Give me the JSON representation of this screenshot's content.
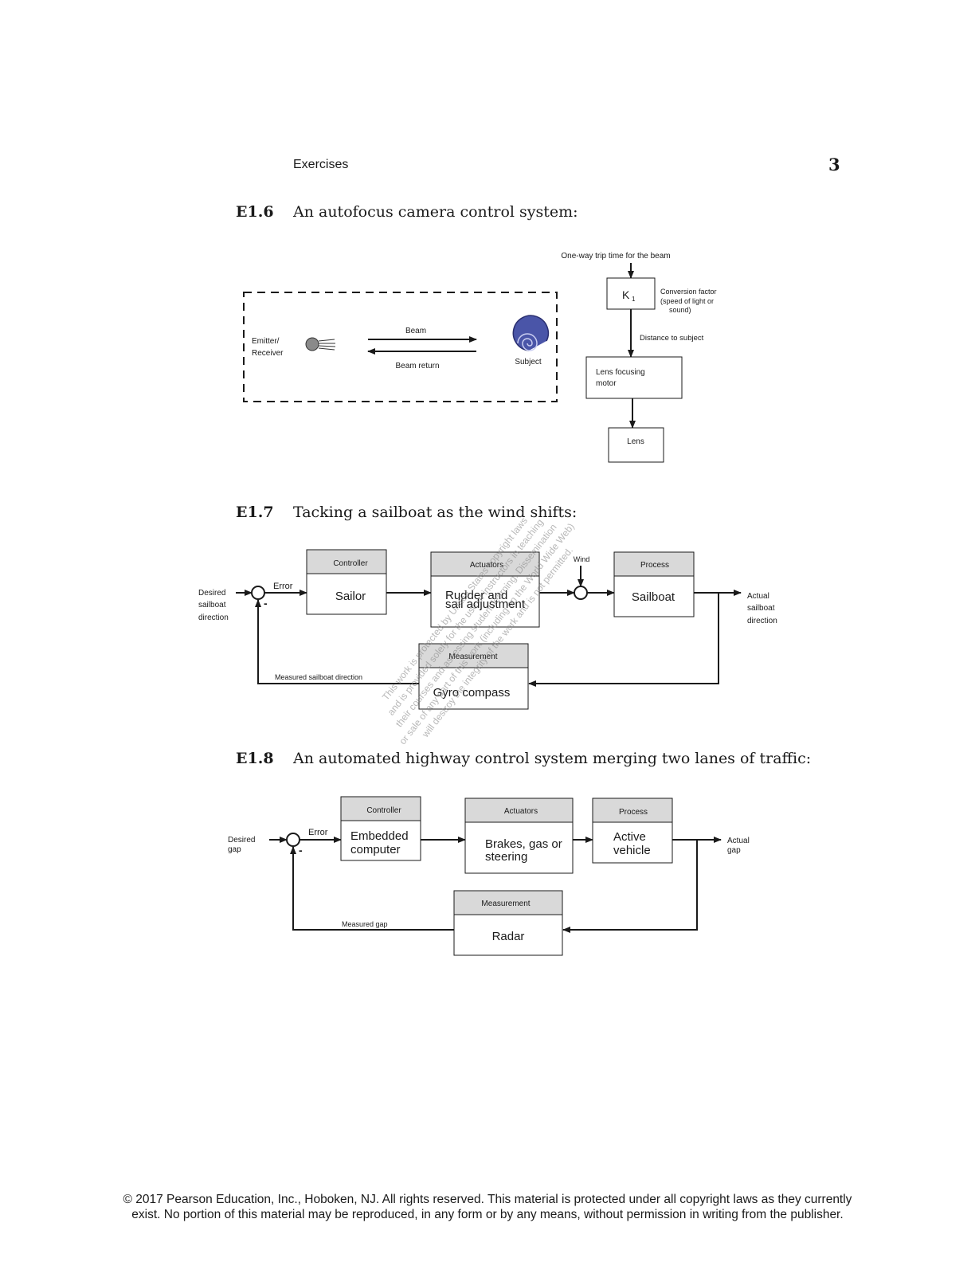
{
  "header": {
    "section": "Exercises",
    "page_number": "3"
  },
  "e16": {
    "number": "E1.6",
    "title": "An autofocus camera control system:",
    "emitter": [
      "Emitter/",
      "Receiver"
    ],
    "beam": "Beam",
    "beam_return": "Beam return",
    "subject": "Subject",
    "trip_time": "One-way trip time for the beam",
    "k1": "K",
    "k1_sub": "1",
    "conversion": [
      "Conversion factor",
      "(speed of light or",
      "sound)"
    ],
    "distance": "Distance to subject",
    "motor": [
      "Lens focusing",
      "motor"
    ],
    "lens": "Lens"
  },
  "e17": {
    "number": "E1.7",
    "title": "Tacking a sailboat as the wind shifts:",
    "desired": [
      "Desired",
      "sailboat",
      "direction"
    ],
    "error": "Error",
    "minus": "-",
    "controller_header": "Controller",
    "controller": "Sailor",
    "actuators_header": "Actuators",
    "actuators": [
      "Rudder and",
      "sail adjustment"
    ],
    "wind": "Wind",
    "process_header": "Process",
    "process": "Sailboat",
    "actual": [
      "Actual",
      "sailboat",
      "direction"
    ],
    "measurement_header": "Measurement",
    "measurement": "Gyro compass",
    "measured": "Measured sailboat direction"
  },
  "e18": {
    "number": "E1.8",
    "title": "An automated highway control system merging two lanes of traffic:",
    "desired": [
      "Desired",
      "gap"
    ],
    "error": "Error",
    "minus": "-",
    "controller_header": "Controller",
    "controller": [
      "Embedded",
      "computer"
    ],
    "actuators_header": "Actuators",
    "actuators": [
      "Brakes, gas or",
      "steering"
    ],
    "process_header": "Process",
    "process": [
      "Active",
      "vehicle"
    ],
    "actual": [
      "Actual",
      "gap"
    ],
    "measurement_header": "Measurement",
    "measurement": "Radar",
    "measured": "Measured gap"
  },
  "watermark": [
    "This work is protected by United States copyright laws",
    "and is provided solely for the use of instructors in teaching",
    "their courses and assessing student learning. Dissemination",
    "or sale of any part of this work (including on the World Wide Web)",
    "will destroy the integrity of the work and is not permitted."
  ],
  "footer": [
    "© 2017 Pearson Education, Inc., Hoboken, NJ. All rights reserved. This material is protected under all copyright laws as they currently",
    "exist. No portion of this material may be reproduced, in any form or by any means, without permission in writing from the publisher."
  ]
}
